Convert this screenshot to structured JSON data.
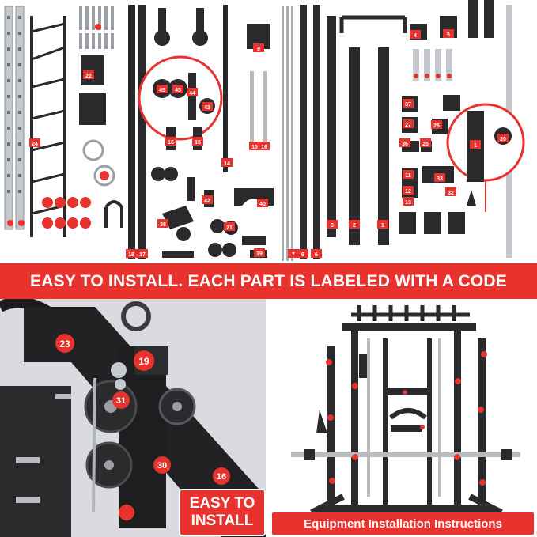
{
  "banner": {
    "text": "EASY TO INSTALL.   EACH PART IS LABELED WITH A CODE"
  },
  "left_photo": {
    "badge_line1": "EASY TO",
    "badge_line2": "INSTALL",
    "codes": [
      "23",
      "19",
      "31",
      "30",
      "16"
    ]
  },
  "right_photo": {
    "caption": "Equipment Installation Instructions"
  },
  "parts": {
    "labels": [
      "45",
      "45",
      "44",
      "43",
      "16",
      "15",
      "14",
      "9",
      "4",
      "5",
      "1",
      "20",
      "2",
      "3",
      "1",
      "6",
      "6",
      "7",
      "10",
      "17",
      "18",
      "19",
      "40",
      "42",
      "38",
      "39",
      "22",
      "37",
      "36",
      "25",
      "26",
      "27",
      "33",
      "32",
      "11",
      "12",
      "13",
      "21",
      "24"
    ]
  },
  "colors": {
    "accent": "#e8322e",
    "metal": "#b8bcc0",
    "black": "#1c1c1e"
  }
}
